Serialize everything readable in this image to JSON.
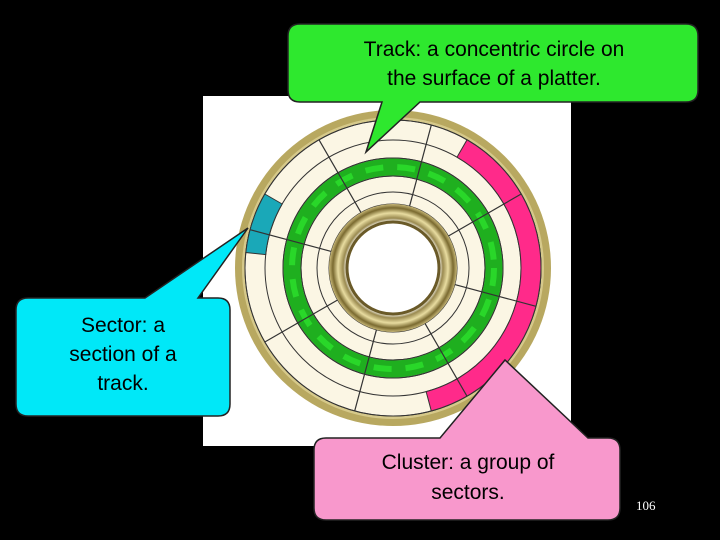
{
  "callouts": {
    "track": {
      "lines": [
        "Track: a concentric circle on",
        "the surface of a platter."
      ],
      "fill": "#2ee82e"
    },
    "sector": {
      "lines": [
        "Sector: a",
        "section of a",
        "track."
      ],
      "fill": "#00e8f8"
    },
    "cluster": {
      "lines": [
        "Cluster: a group of",
        "sectors."
      ],
      "fill": "#f898cc"
    }
  },
  "page_number": "106",
  "colors": {
    "background": "#000000",
    "track_ring": "#1faf1f",
    "sector_highlight": "#1aa8b8",
    "cluster_highlight": "#ff2a8a",
    "platter_rim": "#b8a860",
    "ring_base": "#fbf6e4"
  }
}
